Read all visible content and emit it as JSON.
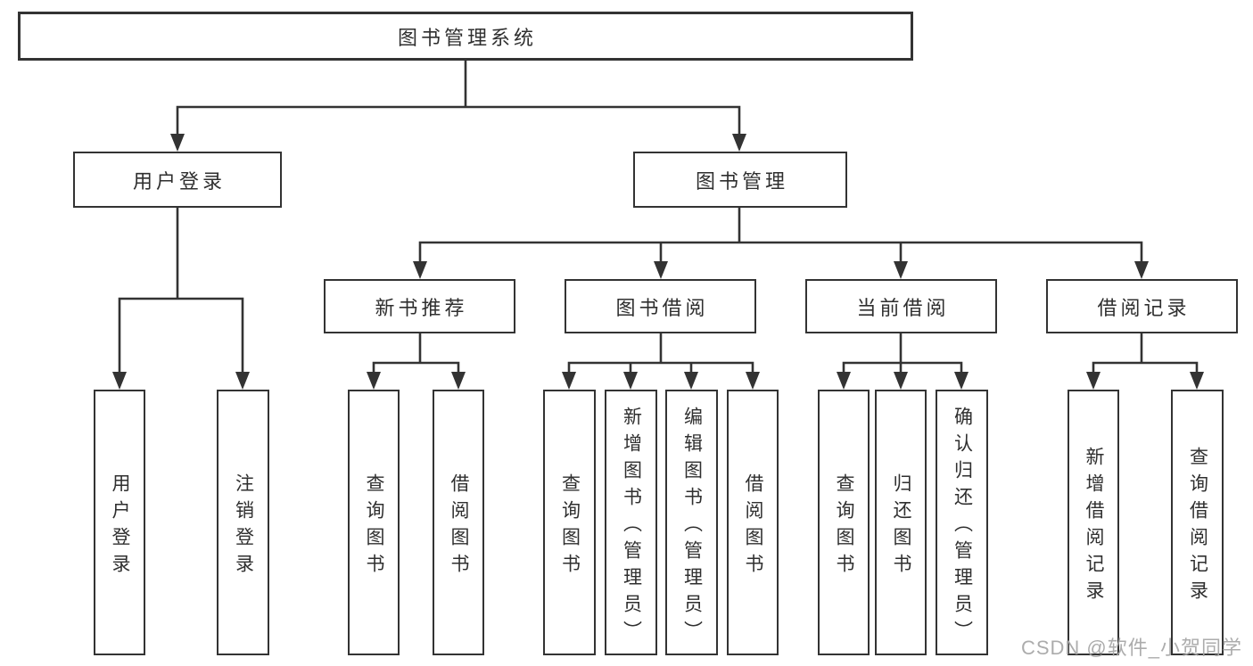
{
  "tree": {
    "label": "图书管理系统",
    "children": [
      {
        "label": "用户登录",
        "children": [
          {
            "label": "用户登录"
          },
          {
            "label": "注销登录"
          }
        ]
      },
      {
        "label": "图书管理",
        "children": [
          {
            "label": "新书推荐",
            "children": [
              {
                "label": "查询图书"
              },
              {
                "label": "借阅图书"
              }
            ]
          },
          {
            "label": "图书借阅",
            "children": [
              {
                "label": "查询图书"
              },
              {
                "label": "新增图书（管理员）"
              },
              {
                "label": "编辑图书（管理员）"
              },
              {
                "label": "借阅图书"
              }
            ]
          },
          {
            "label": "当前借阅",
            "children": [
              {
                "label": "查询图书"
              },
              {
                "label": "归还图书"
              },
              {
                "label": "确认归还（管理员）"
              }
            ]
          },
          {
            "label": "借阅记录",
            "children": [
              {
                "label": "新增借阅记录"
              },
              {
                "label": "查询借阅记录"
              }
            ]
          }
        ]
      }
    ]
  },
  "watermark": {
    "text": "CSDN @软件_小贺同学"
  },
  "colors": {
    "background": "#ffffff",
    "line": "#333333",
    "box_border": "#333333",
    "text": "#2f2f2f",
    "watermark": "#a6a6a6"
  }
}
